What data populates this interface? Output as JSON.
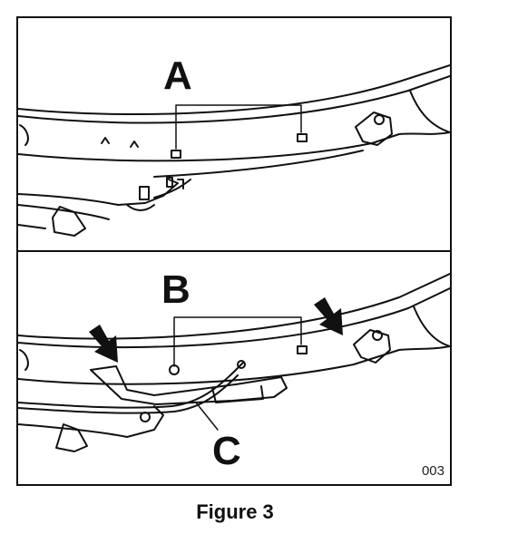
{
  "figure": {
    "caption": "Figure 3",
    "code": "003"
  },
  "top_panel": {
    "callout": "A"
  },
  "bottom_panel": {
    "callout_b": "B",
    "callout_c": "C"
  },
  "colors": {
    "line": "#111111",
    "background": "#ffffff"
  }
}
